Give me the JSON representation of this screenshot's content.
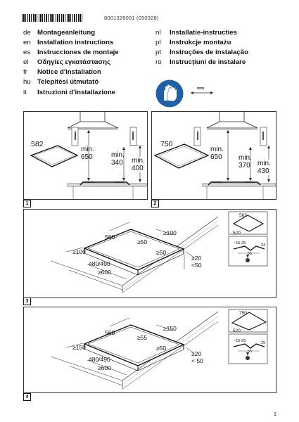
{
  "header": {
    "doc_number": "8001328091   (050328)"
  },
  "languages_left": [
    {
      "code": "de",
      "title": "Montageanleitung"
    },
    {
      "code": "en",
      "title": "Installation instructions"
    },
    {
      "code": "es",
      "title": "Instrucciones de montaje"
    },
    {
      "code": "el",
      "title": "Οδηγίες εγκατάστασης"
    },
    {
      "code": "fr",
      "title": "Notice d'installation"
    },
    {
      "code": "hu",
      "title": "Telepitési útmutató"
    },
    {
      "code": "it",
      "title": "Istruzioni d'installazione"
    }
  ],
  "languages_right": [
    {
      "code": "nl",
      "title": "Installatie-instructies"
    },
    {
      "code": "pl",
      "title": "Instrukcje montażu"
    },
    {
      "code": "pt",
      "title": "Instruções de instalação"
    },
    {
      "code": "ro",
      "title": "Instrucţiuni de instalare"
    }
  ],
  "icons": {
    "safety": "safety-gloves-icon",
    "measure": "measure-arrow-icon"
  },
  "figure1": {
    "number": "1",
    "width": "582",
    "min_left_a": "min.",
    "min_left_b": "650",
    "min_mid_a": "min.",
    "min_mid_b": "340",
    "min_right_a": "min.",
    "min_right_b": "400"
  },
  "figure2": {
    "number": "2",
    "width": "750",
    "min_left_a": "min.",
    "min_left_b": "650",
    "min_mid_a": "min.",
    "min_mid_b": "370",
    "min_right_a": "min.",
    "min_right_b": "430"
  },
  "figure3": {
    "number": "3",
    "d560": "560",
    "d100a": "≥100",
    "d50a": "≥50",
    "d100b": "≥100",
    "d50b": "≥50",
    "d20": "≥20",
    "d50c": "<50",
    "d480": "480/490",
    "d600": "≥600",
    "inset_top": "562",
    "inset_side": "520",
    "inset_range": "~15-25",
    "inset_24": "24",
    "inset_55": "55"
  },
  "figure4": {
    "number": "4",
    "d560": "560",
    "d150a": "≥150",
    "d55": "≥55",
    "d150b": "≥150",
    "d50": "≥50",
    "d20": "≥20",
    "d50c": "< 50",
    "d480": "480/490",
    "d600": "≥600",
    "inset_top": "750",
    "inset_side": "520",
    "inset_range": "~15-25",
    "inset_24": "29",
    "inset_55": "55"
  },
  "footer": {
    "page_number": "1"
  },
  "colors": {
    "safety_blue": "#1f5fa8"
  }
}
